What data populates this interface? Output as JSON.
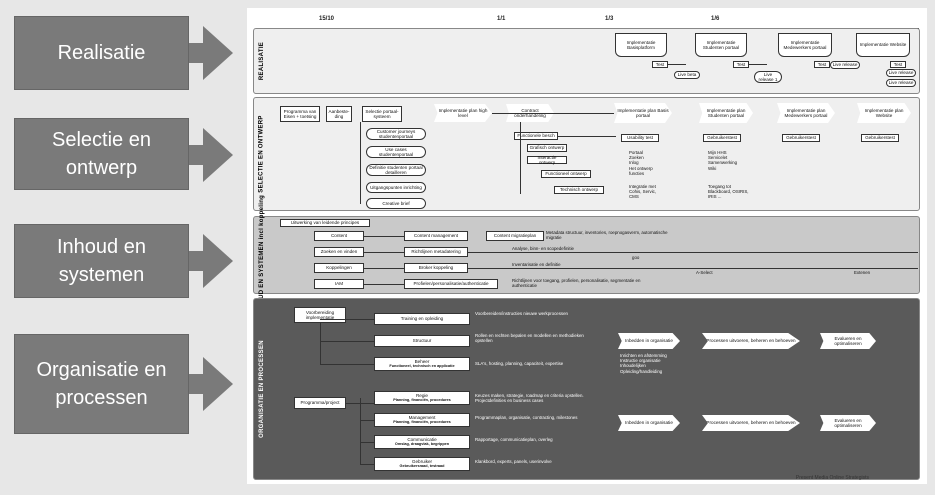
{
  "callouts": [
    {
      "label": "Realisatie"
    },
    {
      "label": "Selectie en ontwerp"
    },
    {
      "label": "Inhoud en systemen"
    },
    {
      "label": "Organisatie en processen"
    }
  ],
  "timeline": {
    "ticks": [
      "15/10",
      "1/1",
      "1/3",
      "1/6"
    ]
  },
  "lanes": {
    "realisatie": {
      "label": "REALISATIE"
    },
    "selectie": {
      "label": "SELECTIE EN ONTWERP"
    },
    "inhoud": {
      "label": "INHOUD EN SYSTEMEN",
      "sub": "incl koppeling"
    },
    "organisatie": {
      "label": "ORGANISATIE EN PROCESSEN"
    }
  },
  "realisatie": {
    "impl_basis": "Implementatie Basisplatform",
    "impl_studenten": "Implementatie Studenten portaal",
    "impl_medewerkers": "Implementatie Medewerkers portaal",
    "impl_website": "Implementatie Website",
    "test1": "Test",
    "test2": "Test",
    "test3": "Test",
    "test4": "Test",
    "live_beta": "Live beta",
    "live_release1": "Live release 1",
    "live_release_a": "Live release",
    "live_release_b": "Live release",
    "live_release_c": "Live release"
  },
  "selectie": {
    "programma": "Programma van Eisen + toetsing",
    "aanbesteding": "Aanbeste-ding",
    "selectie_portaal": "Selectie portaal-systeem",
    "impl_plan_high": "Implementatie plan high level",
    "contract": "Contract onderhandeling",
    "impl_plan_basis": "Implementatie plan Basis portaal",
    "impl_plan_studenten": "Implementatie plan Studenten portaal",
    "impl_plan_medewerkers": "Implementatie plan Medewerkers portaal",
    "impl_plan_website": "Implementatie plan Website",
    "usability": "Usability test",
    "gebruikerstest1": "Gebruikerstest",
    "gebruikerstest2": "Gebruikerstest",
    "gebruikerstest3": "Gebruikerstest",
    "customer_journeys": "Customer journeys studentenportaal",
    "use_cases": "Use cases studentenportaal",
    "definitie": "Definitie studenten portaal detailleren",
    "uitgangspunten": "Uitgangspunten inrichting",
    "creative_brief": "Creative brief",
    "functionele_besch": "Functionele besch",
    "grafisch": "Grafisch ontwerp",
    "interactie": "Interactie ontwerp",
    "functioneel": "Functioneel ontwerp",
    "technisch": "Technisch ontwerp",
    "note_portaal": "Portaal\nZoeken\nInlog\nHet ontwerp\nfuncties",
    "note_integratie": "Integratie met\nCohis, Servic,\nCMS",
    "note_mijn": "Mijn HHS\nServicelet\nSamenwerking\nWiki",
    "note_toegang": "Toegang tot\nBlackboard, OSIRIS,\nIRIS ..."
  },
  "inhoud": {
    "uitwerking": "Uitwerking van leidende principes",
    "content": "Content",
    "content_mgmt": "Content management",
    "content_migratie": "Content migratieplan",
    "zoeken": "Zoeken en vinden",
    "richtlijnen_meta": "Richtlijnen metadatering",
    "koppelingen": "Koppelingen",
    "broker": "Broker koppeling",
    "iam": "IAM",
    "profielen": "Profielen/personalisatie/authenticatie",
    "note_rss": "Metadata structuur, inventories, roepnogasverm, automatische migratie",
    "note_analyse": "Analyse, binn- en scopedefinitie",
    "note_inventarisatie": "Inventarisatie en definitie",
    "note_richtlijnen": "Richtlijnen voor toegang, profielen, personalisatie, segmentatie en authenticatie",
    "note_goo": "goo",
    "a_select": "A-Select",
    "extenen": "Extenen"
  },
  "organisatie": {
    "voorbereiding": "Voorbereiding implementatie",
    "training": "Training en opleiding",
    "structuur": "Structuur",
    "beheer": "Beheer",
    "beheer_sub": "Functioneel, technisch en applicatie",
    "programma_project": "Programma/project",
    "regie": "Regie",
    "regie_sub": "Planning, financiën, procedures",
    "management": "Management",
    "management_sub": "Planning, financiën, procedures",
    "communicatie": "Communicatie",
    "communicatie_sub": "Omslag, draagvlak, begrippen",
    "gebruiker": "Gebruiker",
    "gebruiker_sub": "Gebruikersraad, testraad",
    "inbedden1": "Inbedden in organisatie",
    "inbedden2": "Inbedden in organisatie",
    "processen1": "Processen uitvoeren, beheren en behoeven",
    "processen2": "Processen uitvoeren, beheren en behoeven",
    "evalueren1": "Evalueren en optimaliseren",
    "evalueren2": "Evalueren en optimaliseren",
    "note_training": "Voorbereiden/instructies nieuwe werkprocessen",
    "note_structuur": "Rollen en rechten bepalen en modellen en methodieken opstellen",
    "note_beheer": "SLA's, hosting, planning, capaciteit, expertise",
    "note_inrichten": "Inrichten en afstemming\nInstructie organisatie\nInhoudelijken\nOpleiding/handleiding",
    "note_regie": "Keuzes maken, strategie, roadmap en criteria opstellen. Projectdefinities en business cases",
    "note_management": "Programmaplan, organisatie, contracting, milestones",
    "note_communicatie": "Rapportage, communicatieplan, overleg",
    "note_gebruiker": "Klankbord, experts, panels, userinvolve"
  },
  "footer": "Present Media Online Strategists"
}
